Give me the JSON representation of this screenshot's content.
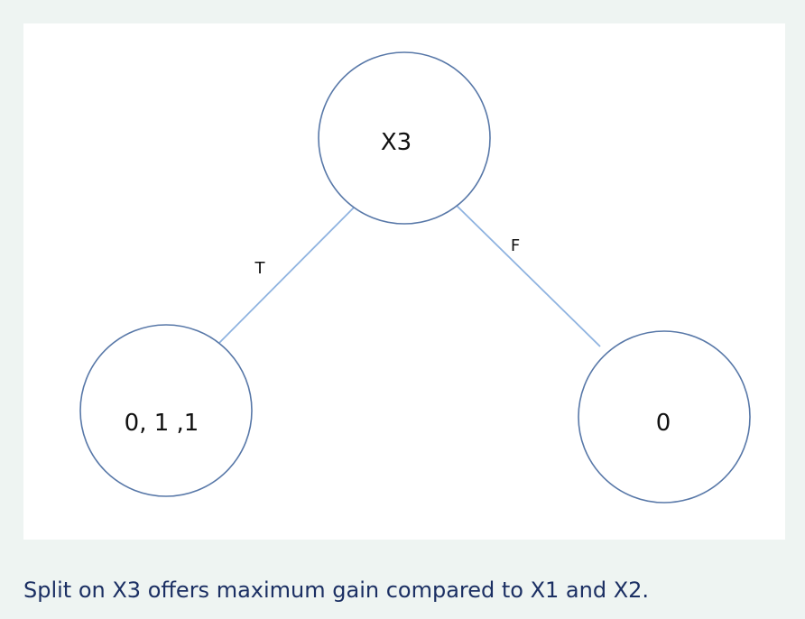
{
  "diagram": {
    "nodes": {
      "root": {
        "label": "X3"
      },
      "left": {
        "label": "0, 1 ,1"
      },
      "right": {
        "label": "0"
      }
    },
    "edges": {
      "true_branch": {
        "label": "T"
      },
      "false_branch": {
        "label": "F"
      }
    },
    "colors": {
      "node_stroke": "#5878a8",
      "edge_stroke": "#8fb3e0",
      "caption_text": "#1b2f63",
      "page_background": "#eef4f2"
    }
  },
  "caption": "Split on X3 offers maximum gain compared to X1 and X2."
}
